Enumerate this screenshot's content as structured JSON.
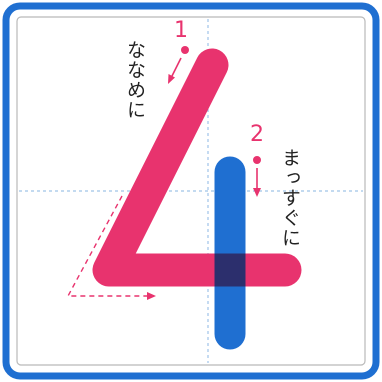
{
  "worksheet": {
    "digit": "4",
    "stroke_1": {
      "number": "1",
      "instruction": "ななめに"
    },
    "stroke_2": {
      "number": "2",
      "instruction": "まっすぐに"
    }
  },
  "colors": {
    "frame": "#1f6fd1",
    "guide": "#9fc3e8",
    "stroke_1": "#e8336e",
    "stroke_2": "#1f6fd1",
    "overlap": "#2c2f6d",
    "label_text": "#222222"
  }
}
